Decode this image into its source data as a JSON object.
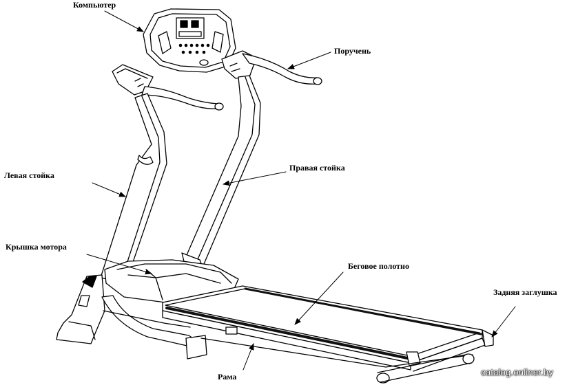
{
  "labels": {
    "computer": "Компьютер",
    "handrail": "Поручень",
    "left_upright": "Левая стойка",
    "right_upright": "Правая стойка",
    "motor_cover": "Крышка мотора",
    "running_belt": "Беговое полотно",
    "rear_cap": "Задняя заглушка",
    "frame": "Рама"
  },
  "watermark": "catalog.onliner.by",
  "colors": {
    "line": "#000000",
    "background": "#ffffff",
    "belt": "#111111"
  }
}
